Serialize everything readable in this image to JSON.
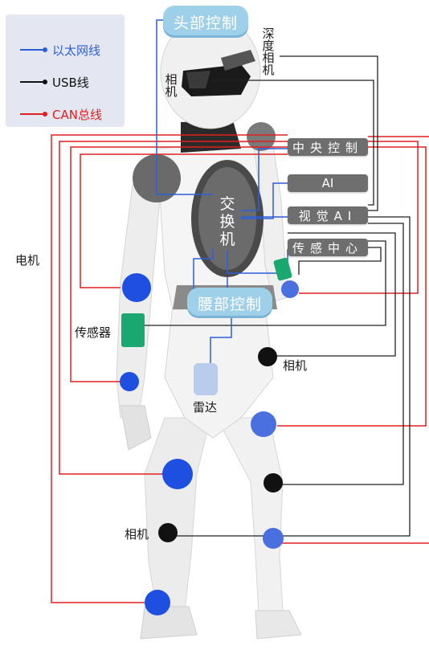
{
  "legend": [
    {
      "label": "以太网线",
      "color": "#2b5fd9"
    },
    {
      "label": "USB线",
      "color": "#111111"
    },
    {
      "label": "CAN总线",
      "color": "#e02020"
    }
  ],
  "head_control": "头部控制",
  "waist_control": "腰部控制",
  "switch": "交换机",
  "depth_camera": "深度相机",
  "head_camera": "相机",
  "controllers": [
    "中央控制",
    "AI",
    "视觉AI",
    "传感中心"
  ],
  "motor": "电机",
  "sensor": "传感器",
  "radar": "雷达",
  "camera_right": "相机",
  "camera_left_leg": "相机",
  "colors": {
    "ethernet": "#2b5fd9",
    "usb": "#111111",
    "can": "#e02020",
    "motor_joint": "#1f4fe0",
    "sensor_pad": "#1aa870",
    "controller": "#6e6e6e",
    "pill": "#9fd0ea",
    "radar": "#b8cdec"
  }
}
